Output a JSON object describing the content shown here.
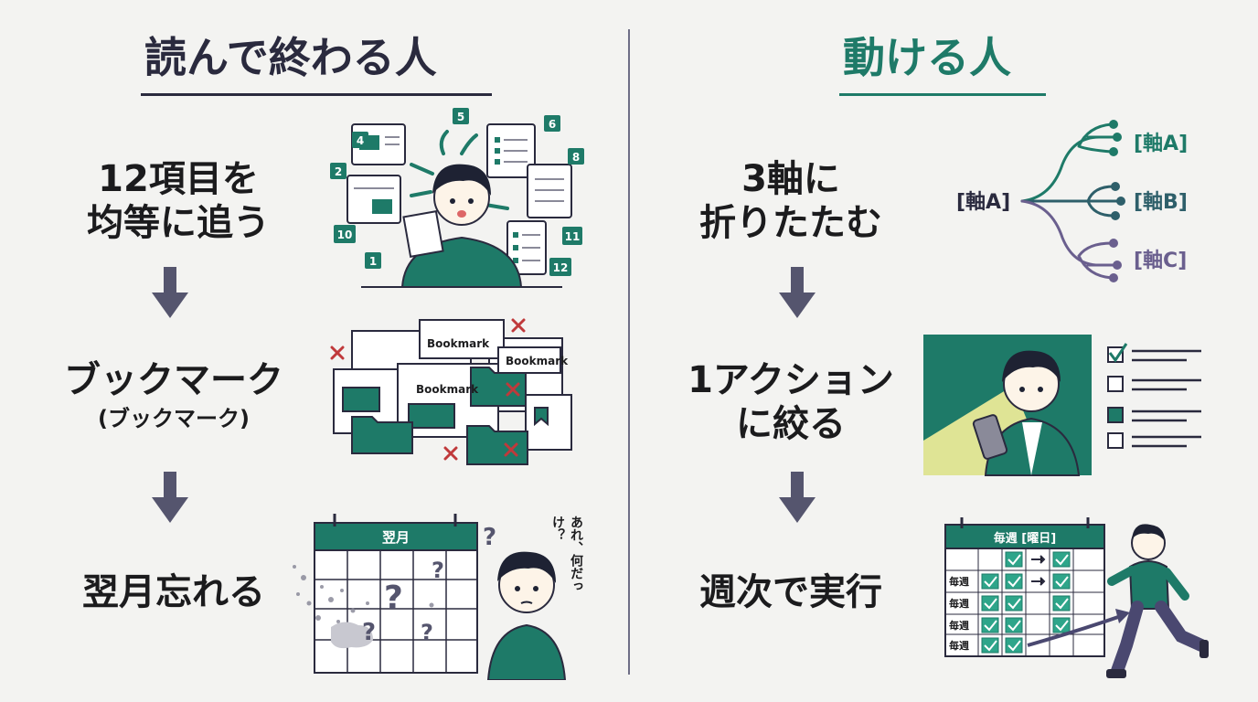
{
  "left": {
    "title": "読んで終わる人",
    "steps": [
      {
        "line1": "12項目を",
        "line2": "均等に追う"
      },
      {
        "line1": "ブックマーク",
        "sub": "(ブックマーク)"
      },
      {
        "line1": "翌月忘れる"
      }
    ],
    "illus1_numbers": [
      "1",
      "2",
      "4",
      "5",
      "6",
      "8",
      "10",
      "11",
      "12"
    ],
    "bookmark_label": "Bookmark",
    "calendar_header": "翌月",
    "speech": "あれ、何だっけ？"
  },
  "right": {
    "title": "動ける人",
    "steps": [
      {
        "line1": "3軸に",
        "line2": "折りたたむ"
      },
      {
        "line1": "1アクション",
        "line2": "に絞る"
      },
      {
        "line1": "週次で実行"
      }
    ],
    "tree": {
      "root": "[軸A]",
      "branches": [
        "[軸A]",
        "[軸B]",
        "[軸C]"
      ]
    },
    "calendar_header": "毎週 [曜日]",
    "row_label": "毎週"
  },
  "colors": {
    "green": "#1e7a68",
    "navy": "#2a2a3e",
    "purple": "#6a5f8e",
    "arrow": "#55556e",
    "red": "#c0393b"
  }
}
